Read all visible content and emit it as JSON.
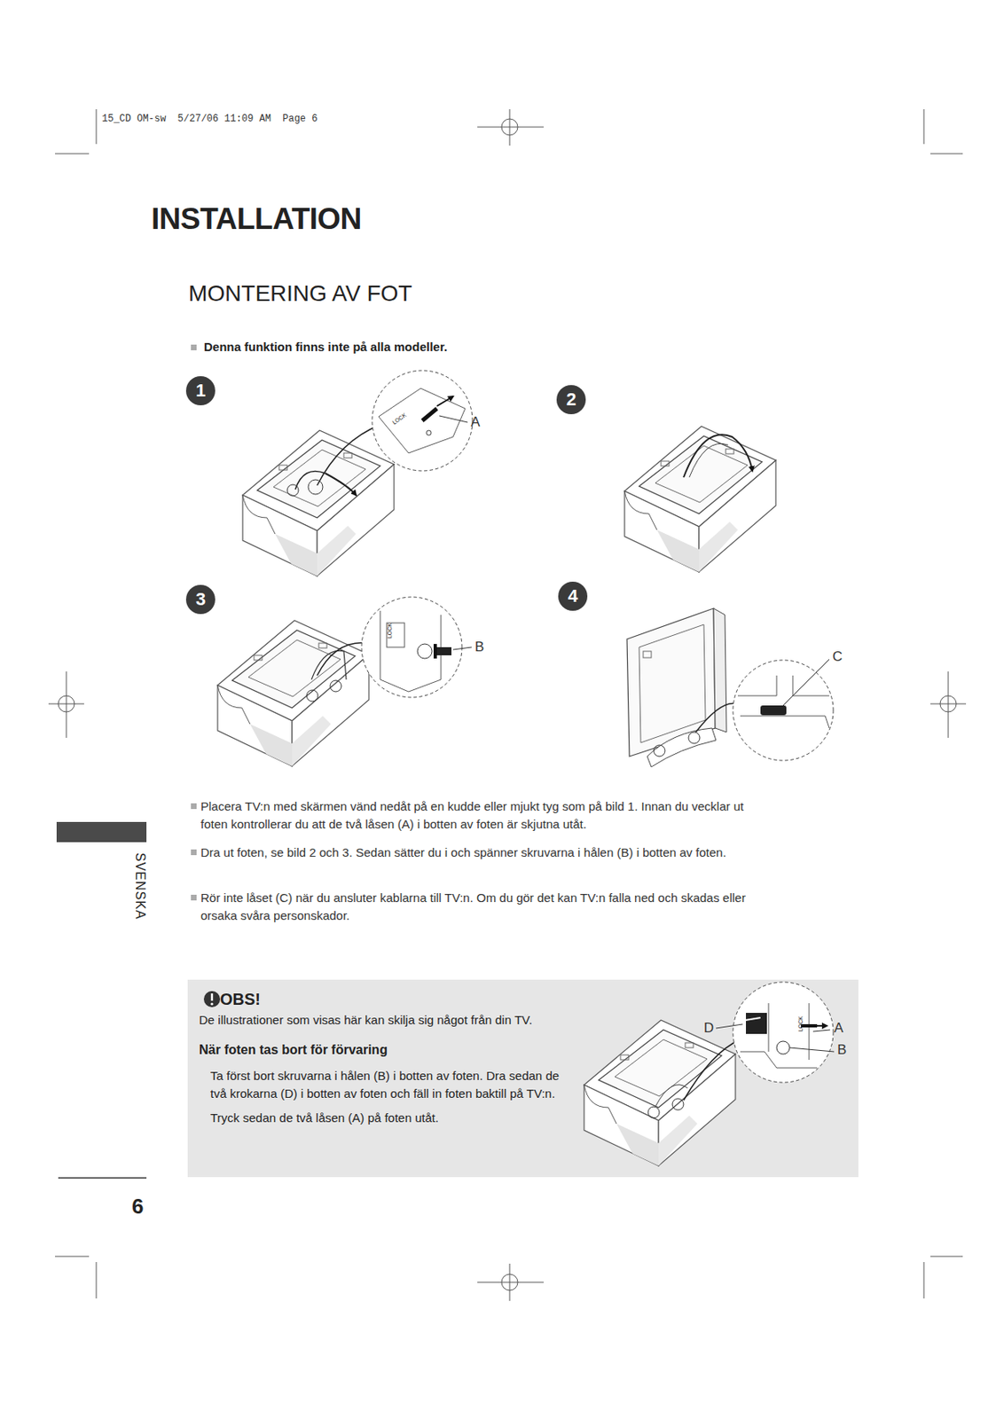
{
  "diagram": {
    "title": "INSTALLATION",
    "nodes": [
      {
        "text": [
          "1"
        ]
      },
      {
        "text": [
          "2"
        ]
      },
      {
        "text": [
          "3"
        ]
      },
      {
        "text": [
          "4"
        ]
      },
      {
        "text": [
          "OBS!",
          "De illustrationer som visas här kan skilja sig något från din TV.",
          "När foten tas bort för förvaring",
          "Ta först bort skruvarna i hålen (B) i botten av foten. Dra sedan de två krokarna (D) i botten av foten och fäll in foten baktill på TV:n.",
          "Tryck sedan de två låsen (A) på foten utåt."
        ]
      }
    ],
    "edges": [],
    "labels": [
      "15_CD OM-sw  5/27/06 11:09 AM  Page 6",
      "MONTERING AV FOT",
      "Denna funktion finns inte på alla modeller.",
      "LOCK",
      "A",
      "LOCK",
      "B",
      "C",
      "Placera TV:n med skärmen vänd nedåt på en kudde eller mjukt tyg som på bild 1. Innan du vecklar ut foten kontrollerar du att de två låsen (A) i botten av foten är skjutna utåt.",
      "Dra ut foten, se bild 2 och 3. Sedan sätter du i och spänner skruvarna i hålen (B) i botten av foten.",
      "Rör inte låset (C) när du ansluter kablarna till TV:n. Om du gör det kan TV:n falla ned och skadas eller orsaka svåra personskador.",
      "SVENSKA",
      "LOCK",
      "D",
      "A",
      "B",
      "6"
    ]
  }
}
